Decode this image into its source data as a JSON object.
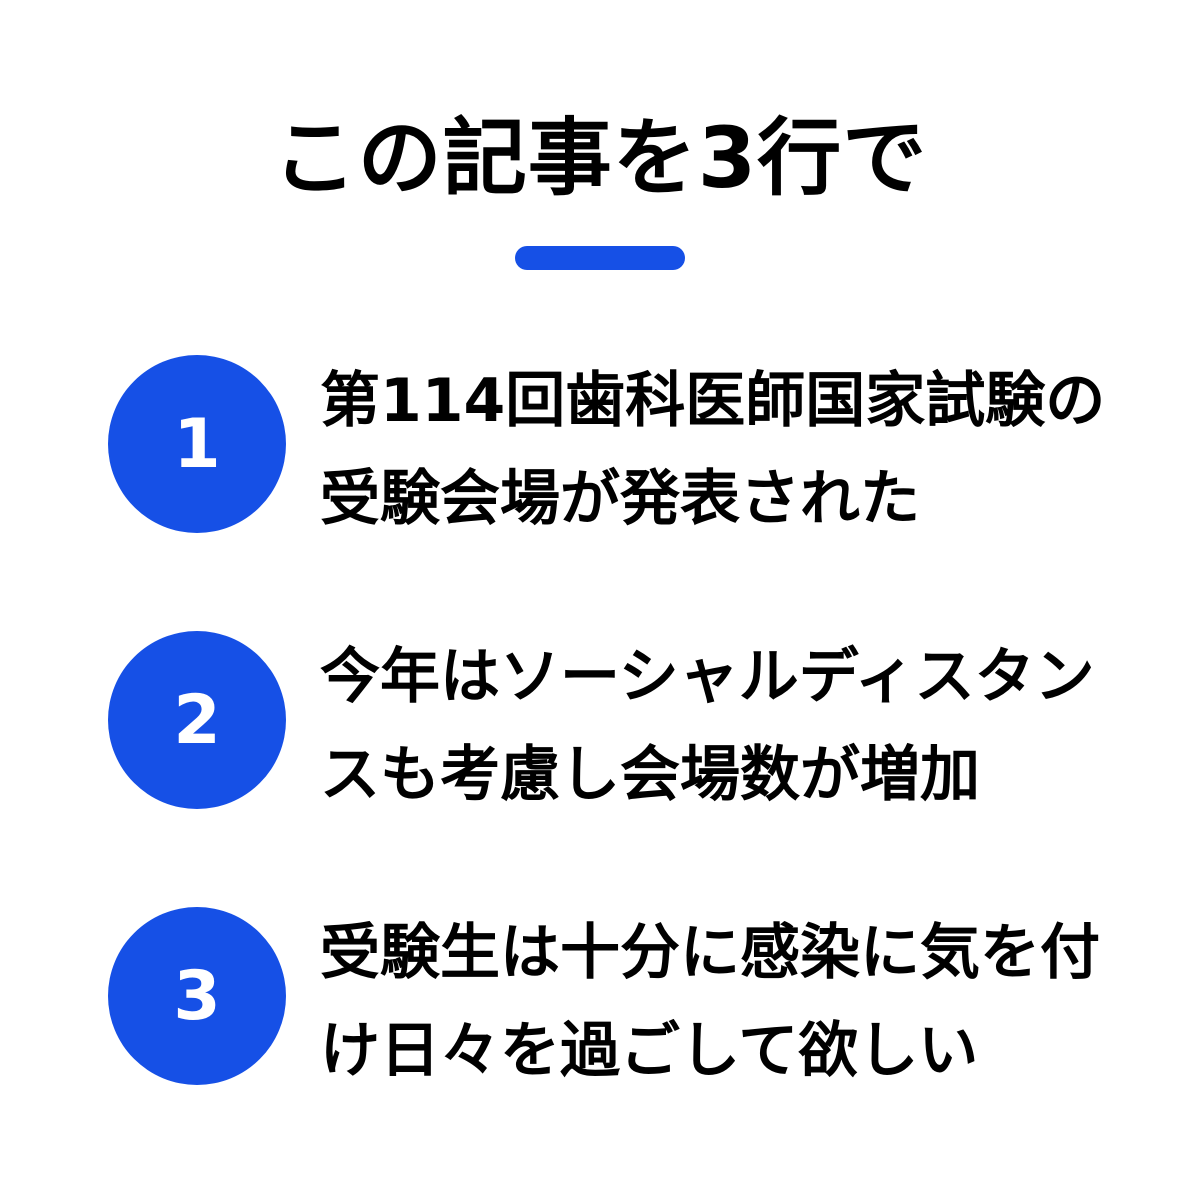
{
  "title": "この記事を3行で",
  "colors": {
    "accent": "#1650E6",
    "text": "#000000",
    "background": "#FFFFFF",
    "number_text": "#FFFFFF"
  },
  "items": [
    {
      "number": "1",
      "text": "第114回歯科医師国家試験の受験会場が発表された"
    },
    {
      "number": "2",
      "text": "今年はソーシャルディスタンスも考慮し会場数が増加"
    },
    {
      "number": "3",
      "text": "受験生は十分に感染に気を付け日々を過ごして欲しい"
    }
  ]
}
